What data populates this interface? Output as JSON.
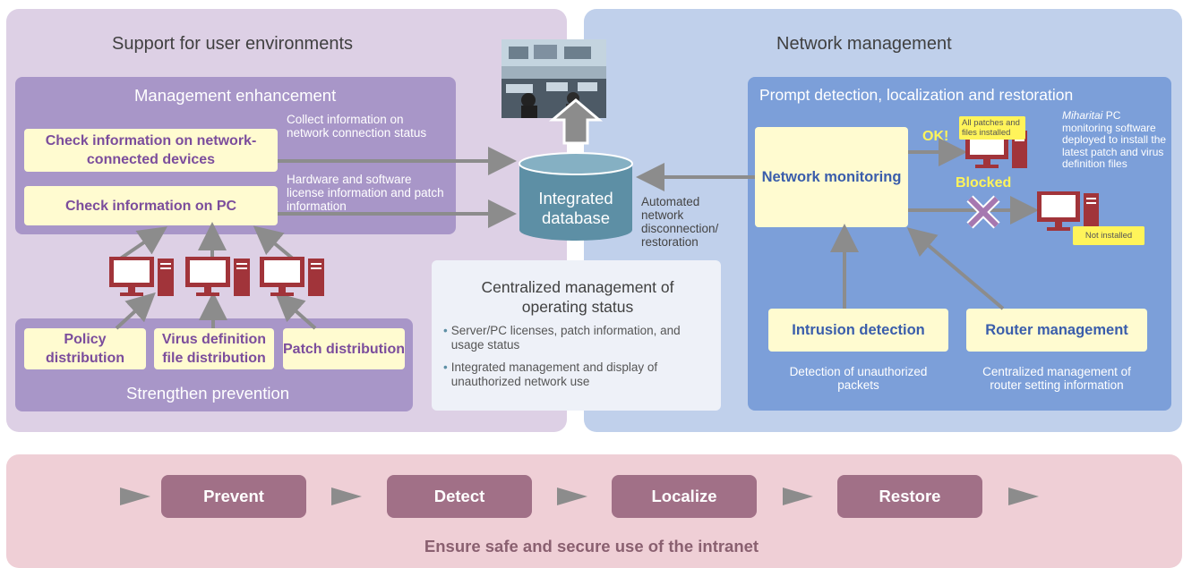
{
  "left_panel": {
    "title": "Support for user environments",
    "management": {
      "title": "Management enhancement",
      "box1": "Check information on network-connected devices",
      "box2": "Check information on PC",
      "note1": "Collect information on network connection status",
      "note2": "Hardware and software license information and patch information"
    },
    "prevention": {
      "title": "Strengthen prevention",
      "items": [
        "Policy distribution",
        "Virus definition file distribution",
        "Patch distribution"
      ]
    }
  },
  "center": {
    "database": "Integrated database",
    "auto_note": "Automated network disconnection/ restoration",
    "central": {
      "title": "Centralized management of operating status",
      "bullets": [
        "Server/PC licenses, patch information, and usage status",
        "Integrated management and display of unauthorized network use"
      ]
    }
  },
  "right_panel": {
    "title": "Network management",
    "prompt": {
      "title": "Prompt detection, localization and restoration",
      "network_monitoring": "Network monitoring",
      "ok": "OK!",
      "blocked": "Blocked",
      "tag_installed": "All patches and files installed",
      "tag_not_installed": "Not installed",
      "miharitai_italic": "Miharitai",
      "miharitai_rest": " PC monitoring software deployed to install the latest patch and virus definition files",
      "intrusion": "Intrusion detection",
      "intrusion_note": "Detection of unauthorized packets",
      "router": "Router management",
      "router_note": "Centralized management of router setting information"
    }
  },
  "bottom": {
    "steps": [
      "Prevent",
      "Detect",
      "Localize",
      "Restore"
    ],
    "caption": "Ensure safe and secure use of the intranet"
  },
  "colors": {
    "pc": "#a1343a",
    "arrow": "#8c8c8c",
    "database": "#5d8fa5",
    "cross": "#a678b0"
  }
}
